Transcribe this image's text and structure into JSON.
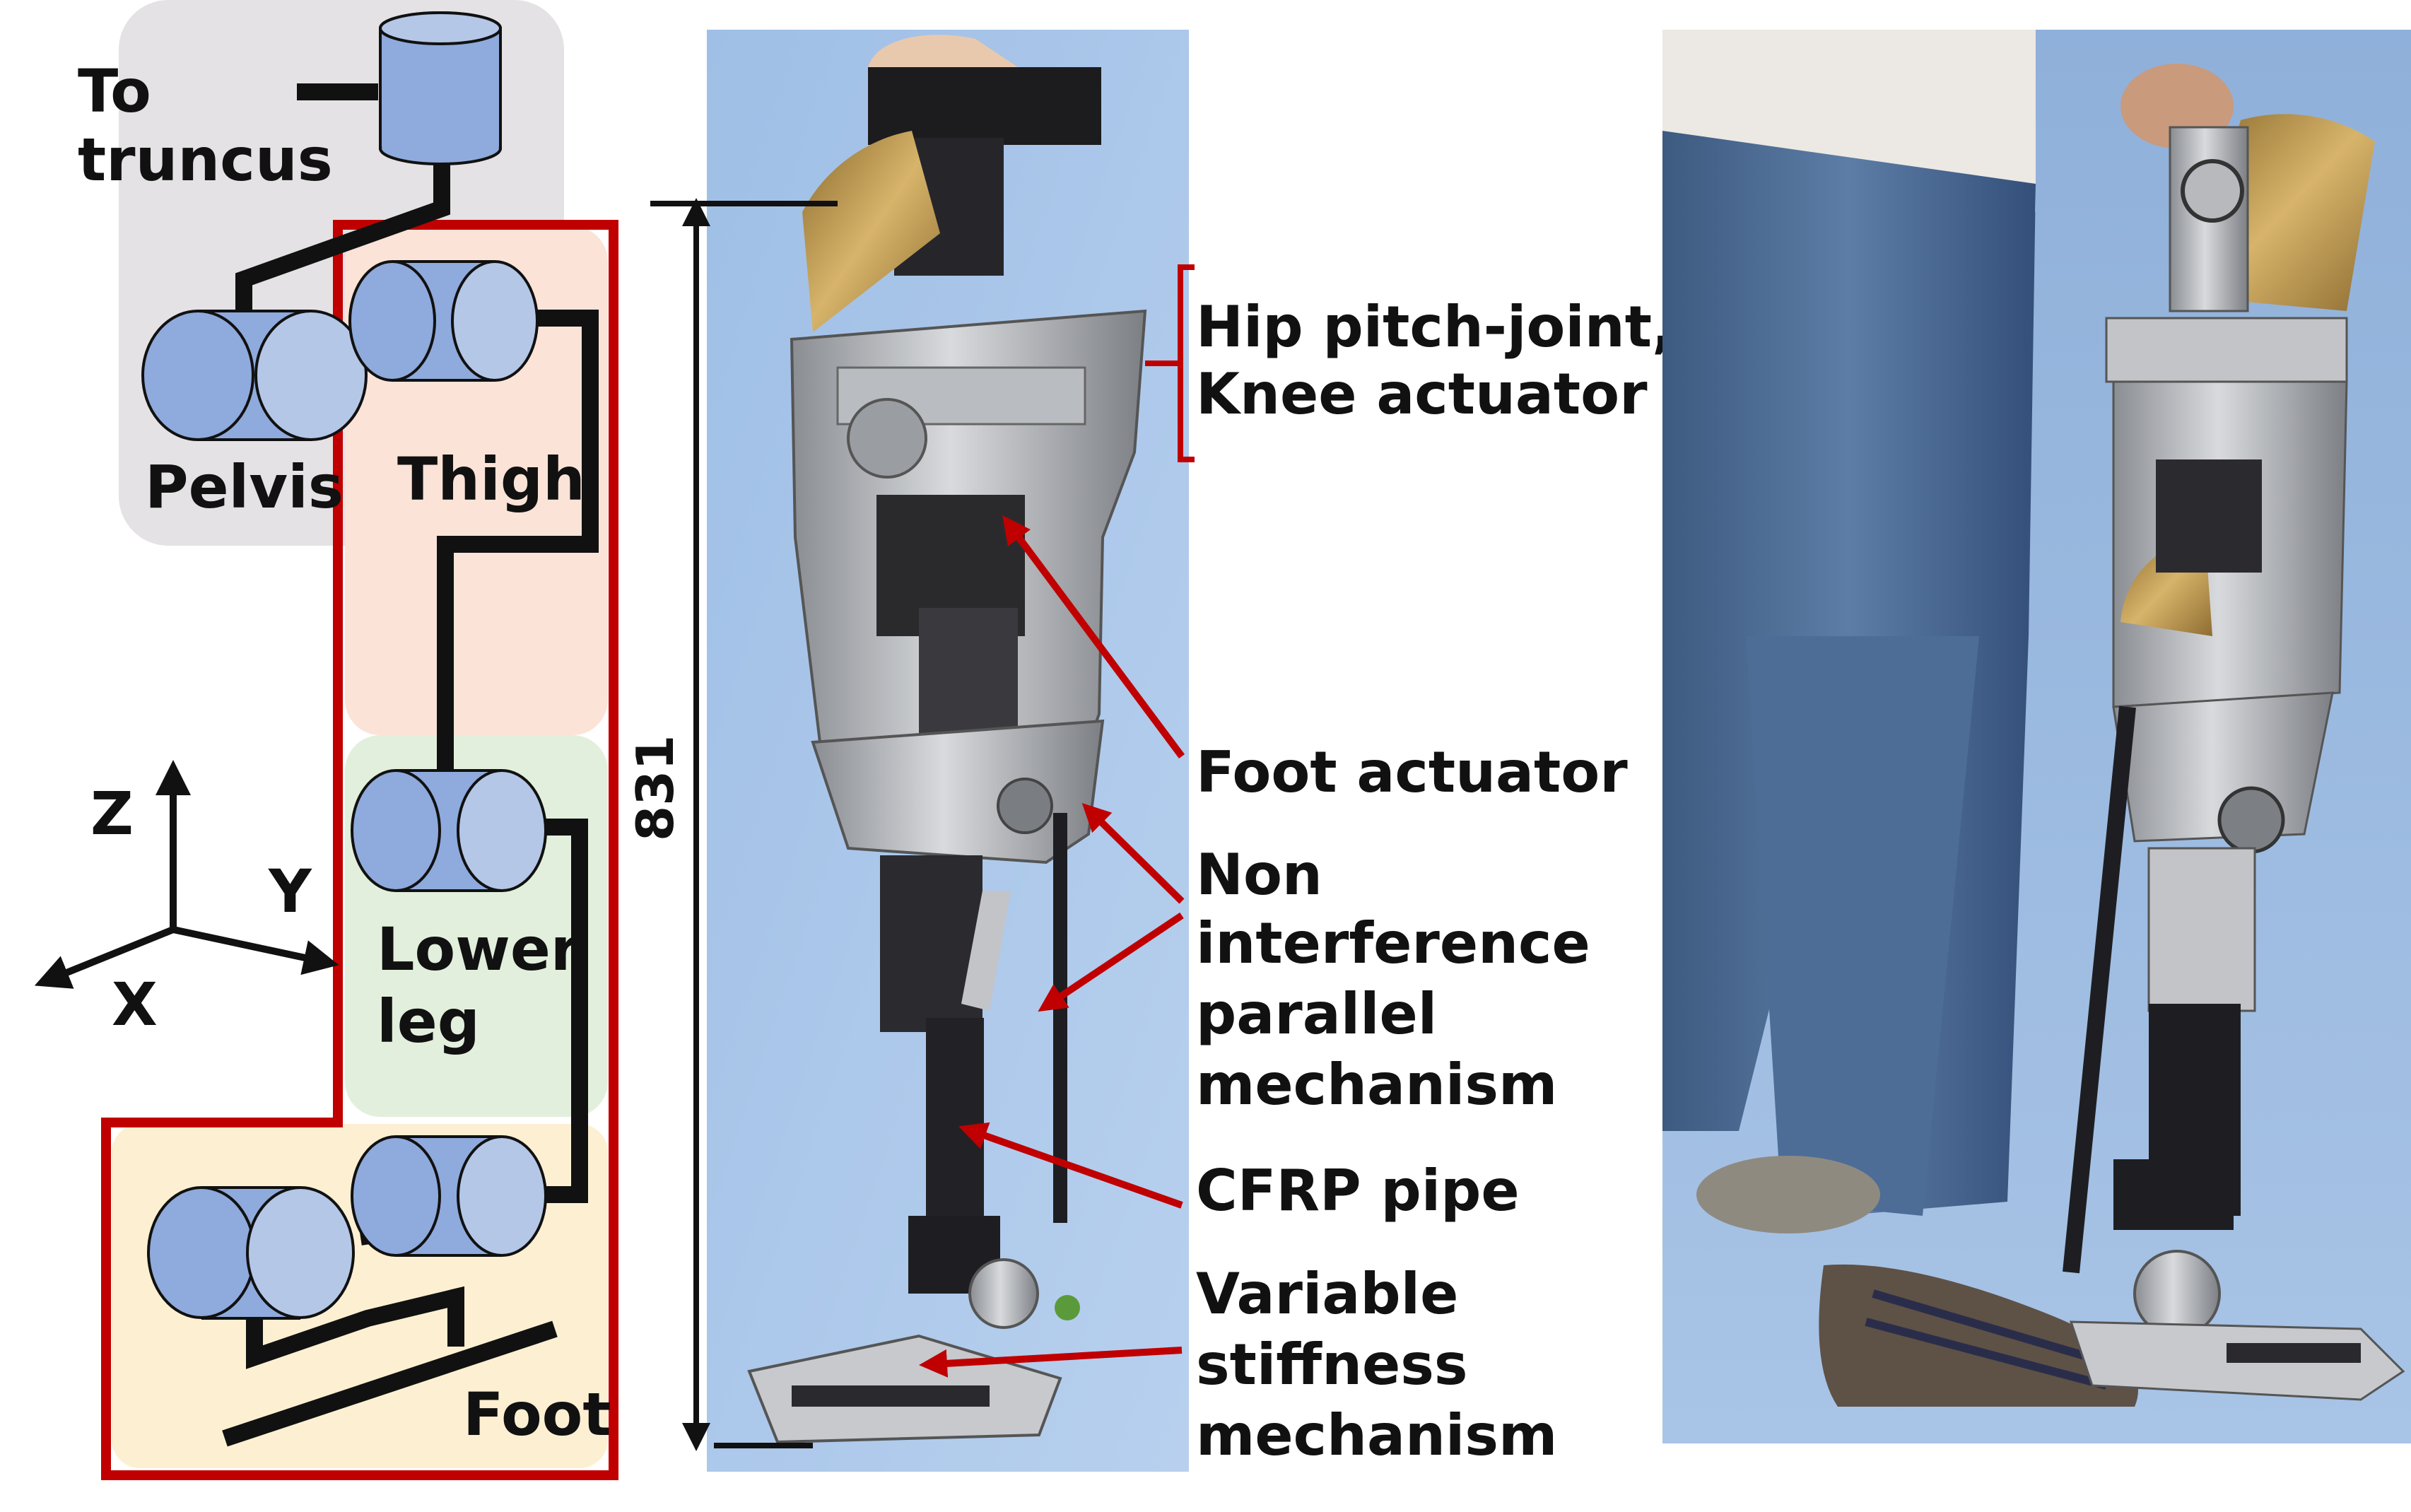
{
  "schematic": {
    "labels": {
      "to_truncus_line1": "To",
      "to_truncus_line2": "truncus",
      "pelvis": "Pelvis",
      "thigh": "Thigh",
      "lower_leg_line1": "Lower",
      "lower_leg_line2": "leg",
      "foot": "Foot"
    },
    "axes": {
      "z": "Z",
      "y": "Y",
      "x": "X"
    },
    "colors": {
      "pelvis_region": "#e4e2e4",
      "thigh_region": "#fbe3d8",
      "lower_leg_region": "#e2efdc",
      "foot_region": "#fdf0d2",
      "leg_outline": "#c00000",
      "joint_body": "#8faadc",
      "joint_face": "#b4c7e7",
      "link": "#111111"
    }
  },
  "photo_left": {
    "dimension_label": "831",
    "annotations": [
      {
        "line1": "Hip pitch-joint,",
        "line2": "Knee actuator"
      },
      {
        "line1": "Foot actuator"
      },
      {
        "line1": "Non",
        "line2": "interference",
        "line3": "parallel",
        "line4": "mechanism"
      },
      {
        "line1": "CFRP pipe"
      },
      {
        "line1": "Variable",
        "line2": "stiffness",
        "line3": "mechanism"
      }
    ],
    "colors": {
      "arrow": "#c00000",
      "bracket": "#c00000",
      "background": "#a9c6e8"
    }
  },
  "photo_right": {
    "colors": {
      "background": "#9ab8de"
    }
  }
}
